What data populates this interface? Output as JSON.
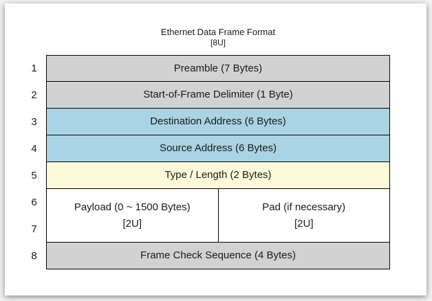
{
  "title": {
    "line1": "Ethernet Data Frame Format",
    "line2": "[8U]"
  },
  "colors": {
    "gray": "#d2d2d2",
    "blue": "#a9d4e4",
    "yellow": "#fcfbd9",
    "white": "#ffffff",
    "border": "#000000"
  },
  "rows": [
    {
      "numbers": [
        "1"
      ],
      "color": "#d2d2d2",
      "cells": [
        {
          "label": "Preamble (7 Bytes)",
          "sub": ""
        }
      ]
    },
    {
      "numbers": [
        "2"
      ],
      "color": "#d2d2d2",
      "cells": [
        {
          "label": "Start-of-Frame Delimiter (1 Byte)",
          "sub": ""
        }
      ]
    },
    {
      "numbers": [
        "3"
      ],
      "color": "#a9d4e4",
      "cells": [
        {
          "label": "Destination Address (6 Bytes)",
          "sub": ""
        }
      ]
    },
    {
      "numbers": [
        "4"
      ],
      "color": "#a9d4e4",
      "cells": [
        {
          "label": "Source Address (6 Bytes)",
          "sub": ""
        }
      ]
    },
    {
      "numbers": [
        "5"
      ],
      "color": "#fcfbd9",
      "cells": [
        {
          "label": "Type / Length (2 Bytes)",
          "sub": ""
        }
      ]
    },
    {
      "numbers": [
        "6",
        "7"
      ],
      "color": "#ffffff",
      "cells": [
        {
          "label": "Payload (0 ~ 1500 Bytes)",
          "sub": "[2U]"
        },
        {
          "label": "Pad (if necessary)",
          "sub": "[2U]"
        }
      ]
    },
    {
      "numbers": [
        "8"
      ],
      "color": "#d2d2d2",
      "cells": [
        {
          "label": "Frame Check Sequence (4 Bytes)",
          "sub": ""
        }
      ]
    }
  ]
}
